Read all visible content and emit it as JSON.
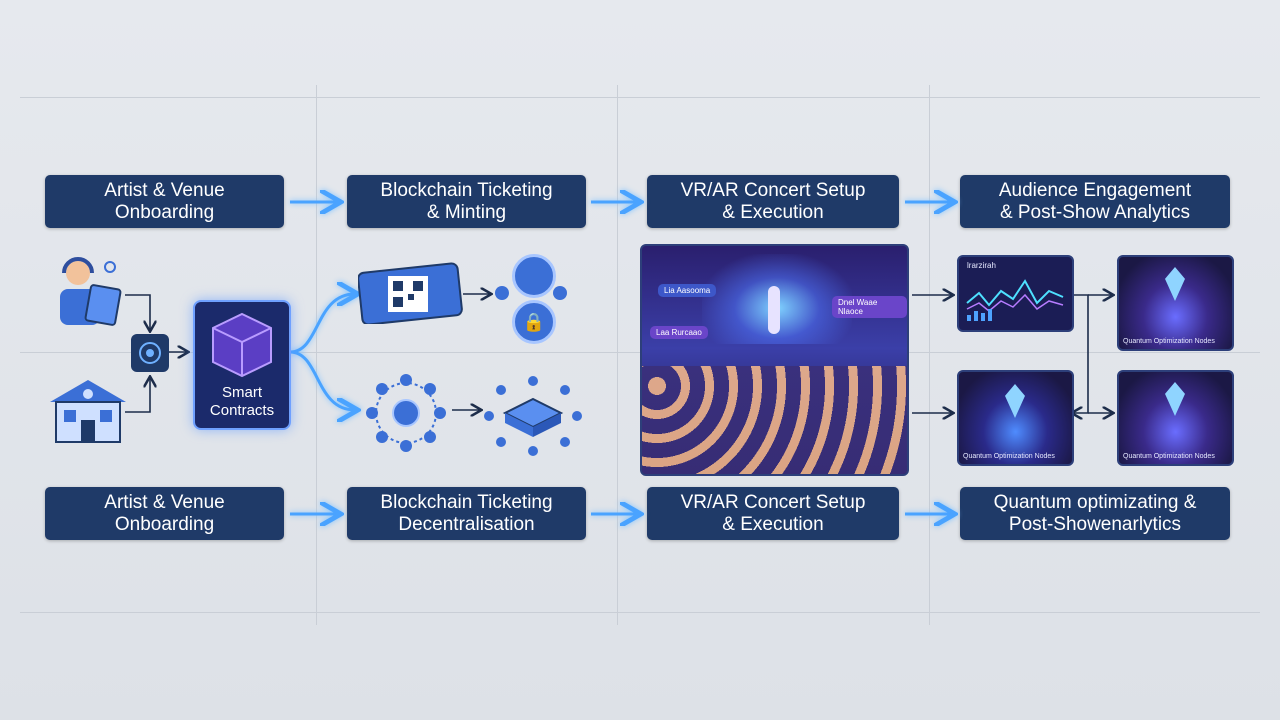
{
  "top_labels": [
    "Artist & Venue\nOnboarding",
    "Blockchain Ticketing\n& Minting",
    "VR/AR Concert Setup\n& Execution",
    "Audience Engagement\n& Post-Show Analytics"
  ],
  "bottom_labels": [
    "Artist & Venue\nOnboarding",
    "Blockchain Ticketing\nDecentralisation",
    "VR/AR Concert Setup\n& Execution",
    "Quantum optimizating &\nPost-Showenarlytics"
  ],
  "smart_contracts": "Smart\nContracts",
  "concert_bubbles": [
    "Lia Aasooma",
    "Laa Rurcaao",
    "Dnel Waae Nlaoce"
  ],
  "analytics_title": "lrarzirah",
  "quantum_node_label": "Quantum Optimization Nodes",
  "colors": {
    "label_bg": "#1f3a68",
    "arrow": "#4aa3ff",
    "icon_blue": "#3b6fd6",
    "panel_purple": "#2a1f6e"
  }
}
